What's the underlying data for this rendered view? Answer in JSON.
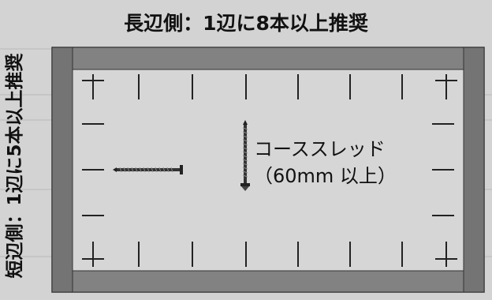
{
  "header": {
    "long_side_label": "長辺側：1辺に8本以上推奨"
  },
  "side": {
    "short_side_label": "短辺側：1辺に5本以上推奨"
  },
  "screw": {
    "name": "コーススレッド",
    "spec": "（60mm 以上）"
  },
  "colors": {
    "background": "#d3d3d3",
    "frame_board": "#7a7a7a",
    "frame_outline": "#333333",
    "inner_panel": "#d6d6d6",
    "tick_marks": "#222222",
    "screw": "#222222"
  }
}
